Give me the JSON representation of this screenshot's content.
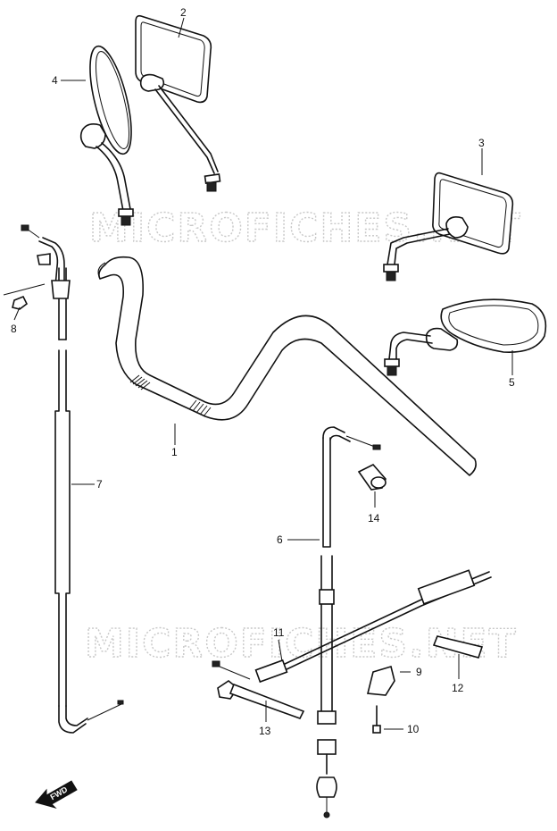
{
  "watermark_text": "MICROFICHES.NET",
  "fwd_label": "FWD",
  "callouts": [
    "1",
    "2",
    "3",
    "4",
    "5",
    "6",
    "7",
    "8",
    "9",
    "10",
    "11",
    "12",
    "13",
    "14"
  ]
}
